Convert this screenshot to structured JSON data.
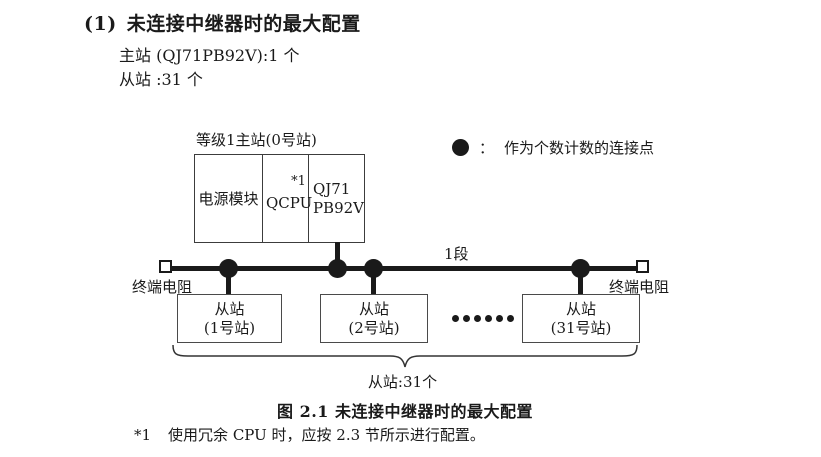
{
  "document": {
    "heading": {
      "number": "(1)",
      "text": "未连接中继器时的最大配置"
    },
    "spec_lines": [
      "主站 (QJ71PB92V):1 个",
      "从站 :31 个"
    ],
    "figure_caption": "图 2.1 未连接中继器时的最大配置",
    "footnote": {
      "marker": "*1",
      "text": "使用冗余 CPU 时，应按 2.3 节所示进行配置。"
    }
  },
  "diagram": {
    "master": {
      "label": "等级1主站(0号站)",
      "modules": {
        "power": "电源模块",
        "cpu": "QCPU",
        "cpu_note": "*1",
        "network_line1": "QJ71",
        "network_line2": "PB92V"
      }
    },
    "legend": {
      "separator": "：",
      "text": "作为个数计数的连接点"
    },
    "segment_label": "1段",
    "terminator_left_label": "终端电阻",
    "terminator_right_label": "终端电阻",
    "slaves": [
      {
        "title": "从站",
        "station": "(1号站)"
      },
      {
        "title": "从站",
        "station": "(2号站)"
      },
      {
        "title": "从站",
        "station": "(31号站)"
      }
    ],
    "slave_count_label": "从站:31个",
    "colors": {
      "ink": "#1a1a1a",
      "border": "#3c3c3c"
    }
  }
}
